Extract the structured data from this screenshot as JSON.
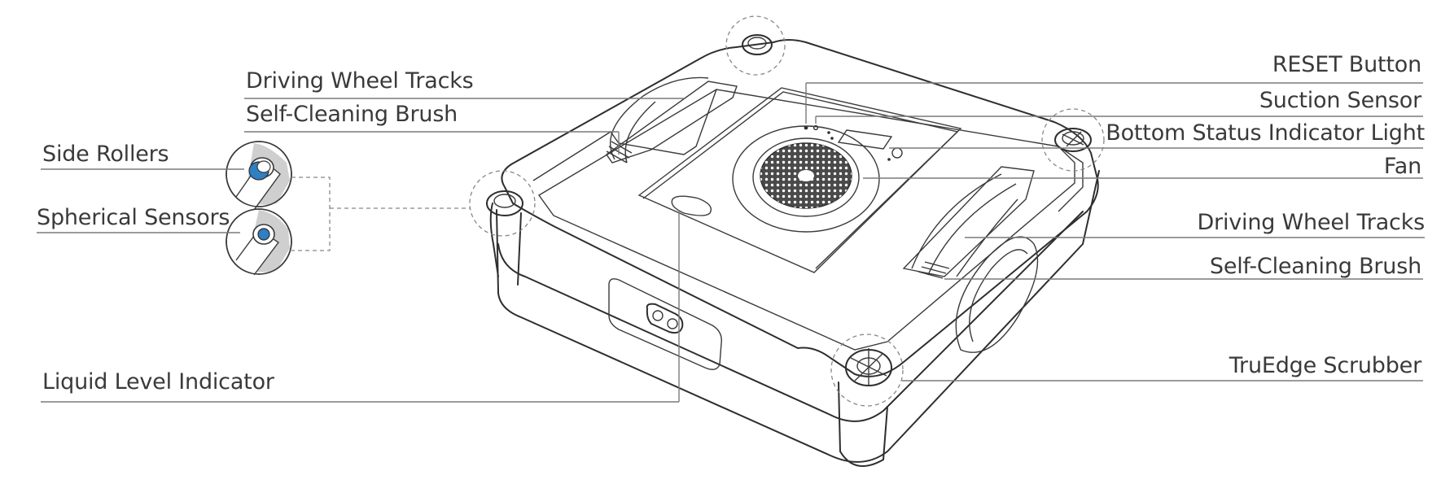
{
  "labels": {
    "driving_wheel_tracks_left": "Driving Wheel Tracks",
    "self_cleaning_brush_left": "Self-Cleaning Brush",
    "side_rollers": "Side Rollers",
    "spherical_sensors": "Spherical Sensors",
    "liquid_level_indicator": "Liquid Level Indicator",
    "reset_button": "RESET Button",
    "suction_sensor": "Suction Sensor",
    "bottom_status_indicator_light": "Bottom Status Indicator Light",
    "fan": "Fan",
    "driving_wheel_tracks_right": "Driving Wheel Tracks",
    "self_cleaning_brush_right": "Self-Cleaning Brush",
    "truedge_scrubber": "TruEdge Scrubber"
  },
  "colors": {
    "label_text": "#3a3a3a",
    "leader_line": "#7a7a7a",
    "outline": "#2e2e2e",
    "accent_blue": "#2f7fc2",
    "roller_shadow": "#c9c9c9"
  }
}
